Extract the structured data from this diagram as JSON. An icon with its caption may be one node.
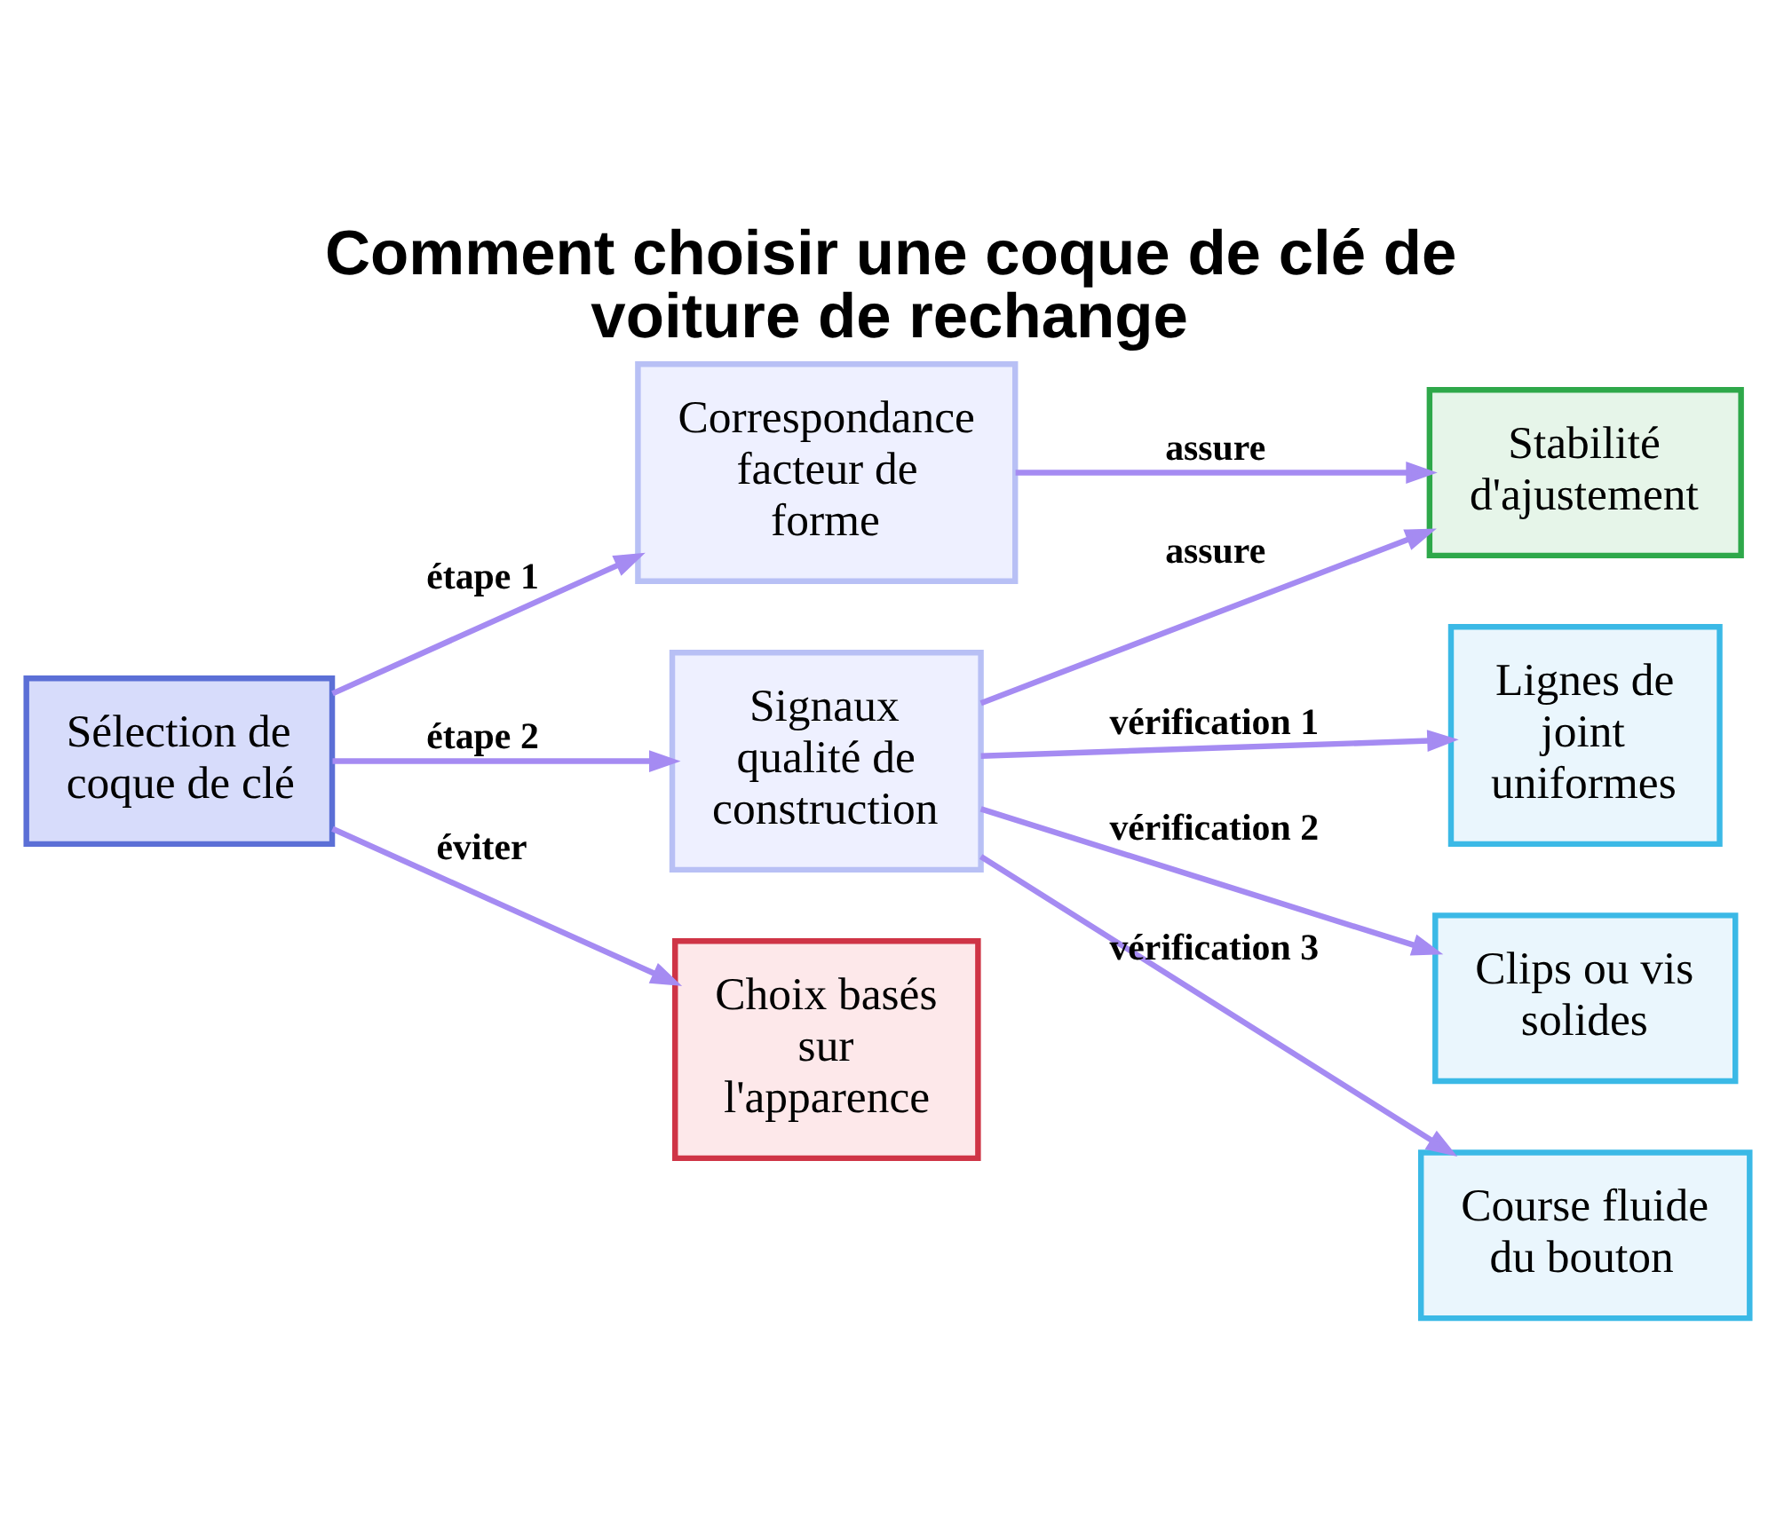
{
  "diagram": {
    "title": "Comment choisir une coque de clé de voiture de rechange",
    "nodes": [
      {
        "text": [
          "Sélection de coque de clé"
        ]
      },
      {
        "text": [
          "Correspondance facteur de forme"
        ]
      },
      {
        "text": [
          "Signaux qualité de construction"
        ]
      },
      {
        "text": [
          "Choix basés sur l'apparence"
        ]
      },
      {
        "text": [
          "Stabilité d'ajustement"
        ]
      },
      {
        "text": [
          "Lignes de joint uniformes"
        ]
      },
      {
        "text": [
          "Clips ou vis solides"
        ]
      },
      {
        "text": [
          "Course fluide du bouton"
        ]
      }
    ],
    "edges": [
      {
        "from": 0,
        "to": 1,
        "arrow": "to",
        "label": "étape 1"
      },
      {
        "from": 0,
        "to": 2,
        "arrow": "to",
        "label": "étape 2"
      },
      {
        "from": 0,
        "to": 3,
        "arrow": "to",
        "label": "éviter"
      },
      {
        "from": 1,
        "to": 4,
        "arrow": "to",
        "label": "assure"
      },
      {
        "from": 2,
        "to": 4,
        "arrow": "to",
        "label": "assure"
      },
      {
        "from": 2,
        "to": 5,
        "arrow": "to",
        "label": "vérification 1"
      },
      {
        "from": 2,
        "to": 6,
        "arrow": "to",
        "label": "vérification 2"
      },
      {
        "from": 2,
        "to": 7,
        "arrow": "to",
        "label": "vérification 3"
      }
    ]
  }
}
